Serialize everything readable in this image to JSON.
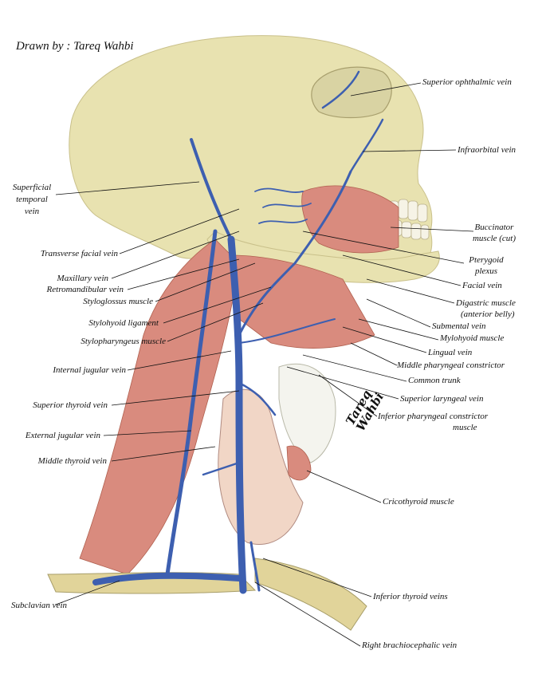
{
  "credit": "Drawn by : Tareq Wahbi",
  "signature": "Tareq Wahbi",
  "labels": {
    "superior_ophthalmic_vein": "Superior ophthalmic vein",
    "infraorbital_vein": "Infraorbital vein",
    "superficial_temporal_vein_1": "Superficial",
    "superficial_temporal_vein_2": "temporal",
    "superficial_temporal_vein_3": "vein",
    "buccinator_1": "Buccinator",
    "buccinator_2": "muscle (cut)",
    "transverse_facial_vein": "Transverse facial vein",
    "pterygoid_plexus_1": "Pterygoid",
    "pterygoid_plexus_2": "plexus",
    "maxillary_vein": "Maxillary vein",
    "retromandibular_vein": "Retromandibular vein",
    "facial_vein": "Facial vein",
    "styloglossus_muscle": "Styloglossus muscle",
    "digastric_1": "Digastric muscle",
    "digastric_2": "(anterior belly)",
    "submental_vein": "Submental vein",
    "stylohyoid_ligament": "Stylohyoid ligament",
    "mylohyoid_muscle": "Mylohyoid muscle",
    "stylopharyngeus_muscle": "Stylopharyngeus muscle",
    "lingual_vein": "Lingual vein",
    "internal_jugular_vein": "Internal jugular vein",
    "middle_pharyngeal_constrictor": "Middle pharyngeal constrictor",
    "common_trunk": "Common trunk",
    "superior_laryngeal_vein": "Superior laryngeal vein",
    "superior_thyroid_vein": "Superior thyroid vein",
    "inferior_pharyngeal_1": "Inferior pharyngeal constrictor",
    "inferior_pharyngeal_2": "muscle",
    "external_jugular_vein": "External jugular vein",
    "middle_thyroid_vein": "Middle thyroid vein",
    "cricothyroid_muscle": "Cricothyroid muscle",
    "inferior_thyroid_veins": "Inferior thyroid veins",
    "subclavian_vein": "Subclavian vein",
    "right_brachiocephalic_vein": "Right brachiocephalic vein"
  },
  "colors": {
    "bone": "#e8e2b0",
    "muscle": "#d98b7e",
    "vein": "#3d5fb0",
    "gland": "#f1d6c6",
    "cartilage": "#f4f4ee"
  }
}
